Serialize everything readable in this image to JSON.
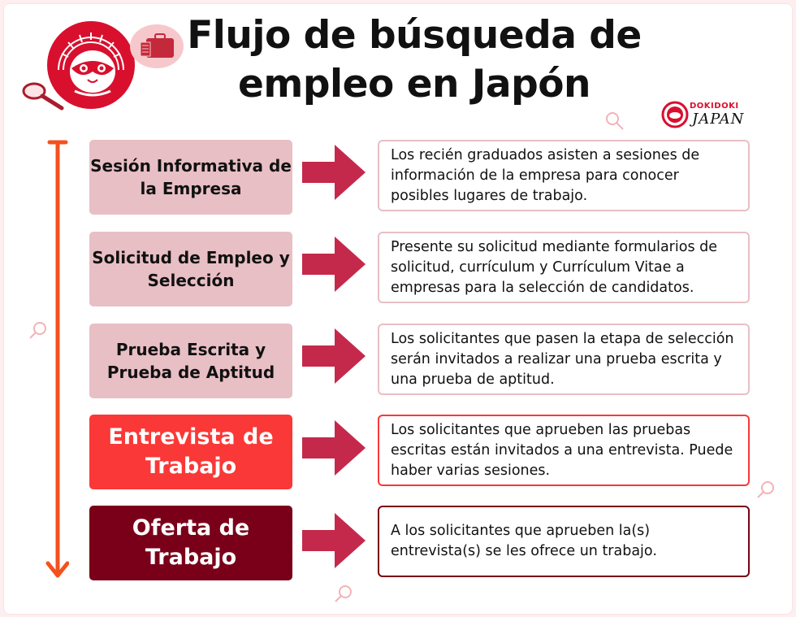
{
  "title": {
    "line1": "Flujo de búsqueda de",
    "line2": "empleo en Japón"
  },
  "logo": {
    "top": "DOKIDOKI",
    "bottom": "JAPAN"
  },
  "colors": {
    "timeline": "#f4511e",
    "arrow": "#c4294b",
    "step_pink": "#e8bfc5",
    "step_red": "#fa3837",
    "step_dark": "#7a0019",
    "mascot_red": "#d8102e"
  },
  "steps": [
    {
      "label": "Sesión Informativa de la Empresa",
      "style": "pink",
      "description": "Los recién graduados asisten a sesiones de información de la empresa para conocer posibles lugares de trabajo."
    },
    {
      "label": "Solicitud de Empleo y Selección",
      "style": "pink",
      "description": "Presente su solicitud mediante formularios de solicitud, currículum y Currículum Vitae a empresas para la selección de candidatos."
    },
    {
      "label": "Prueba Escrita y Prueba de Aptitud",
      "style": "pink",
      "description": "Los solicitantes que pasen la etapa de selección serán invitados a realizar una prueba escrita y una prueba de aptitud."
    },
    {
      "label": "Entrevista de Trabajo",
      "style": "red",
      "description": "Los solicitantes que aprueben las pruebas escritas están invitados a una entrevista. Puede haber varias sesiones."
    },
    {
      "label": "Oferta de Trabajo",
      "style": "dark",
      "description": "A los solicitantes que aprueben la(s) entrevista(s) se les ofrece un trabajo."
    }
  ]
}
